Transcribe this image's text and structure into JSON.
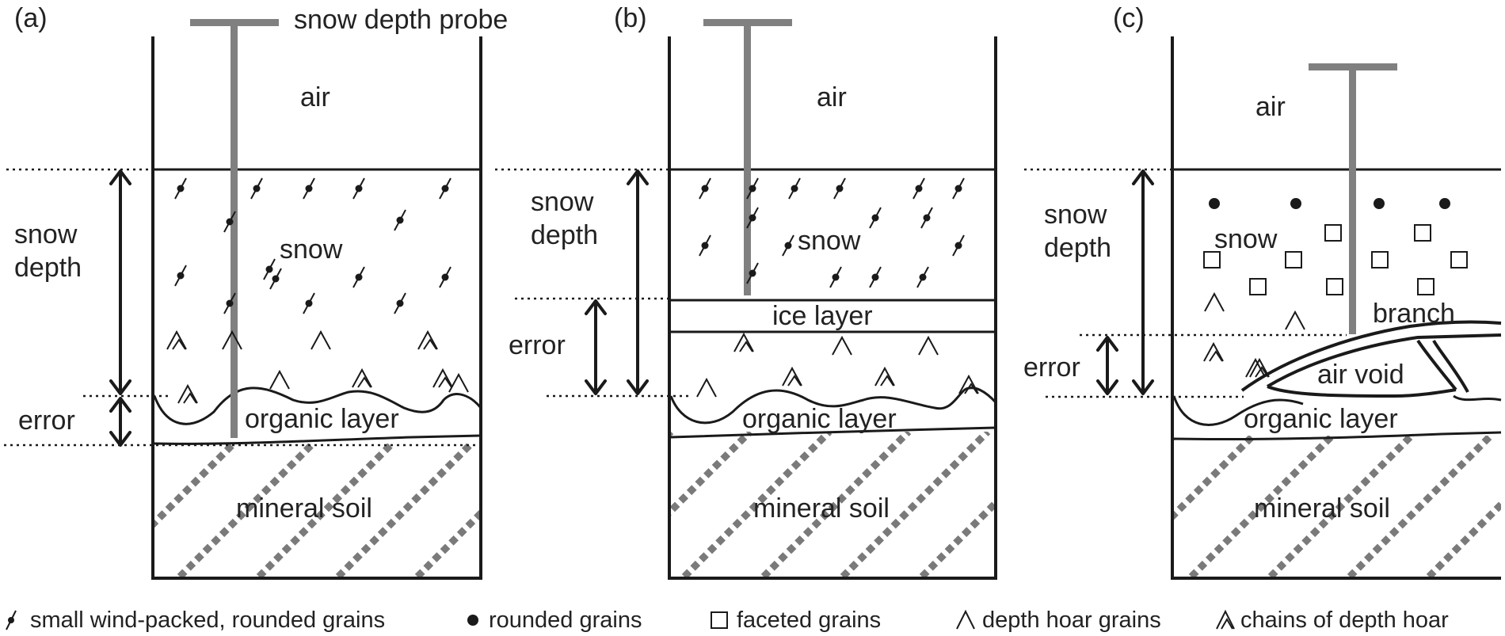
{
  "panels": [
    {
      "id": "a",
      "label": "(a)",
      "probe_label": "snow depth probe",
      "air": "air",
      "snow": "snow",
      "snow_depth": [
        "snow",
        "depth"
      ],
      "error": "error",
      "organic": "organic layer",
      "mineral": "mineral soil"
    },
    {
      "id": "b",
      "label": "(b)",
      "air": "air",
      "snow": "snow",
      "ice": "ice layer",
      "snow_depth": [
        "snow",
        "depth"
      ],
      "error": "error",
      "organic": "organic layer",
      "mineral": "mineral soil"
    },
    {
      "id": "c",
      "label": "(c)",
      "air": "air",
      "snow": "snow",
      "branch": "branch",
      "air_void": "air void",
      "snow_depth": [
        "snow",
        "depth"
      ],
      "error": "error",
      "organic": "organic layer",
      "mineral": "mineral soil"
    }
  ],
  "legend": [
    {
      "icon": "wind-packed-grain-icon",
      "text": "small wind-packed, rounded grains"
    },
    {
      "icon": "rounded-grain-icon",
      "text": "rounded grains"
    },
    {
      "icon": "faceted-grain-icon",
      "text": "faceted grains"
    },
    {
      "icon": "depth-hoar-icon",
      "text": "depth hoar grains"
    },
    {
      "icon": "depth-hoar-chain-icon",
      "text": "chains of depth hoar"
    }
  ]
}
